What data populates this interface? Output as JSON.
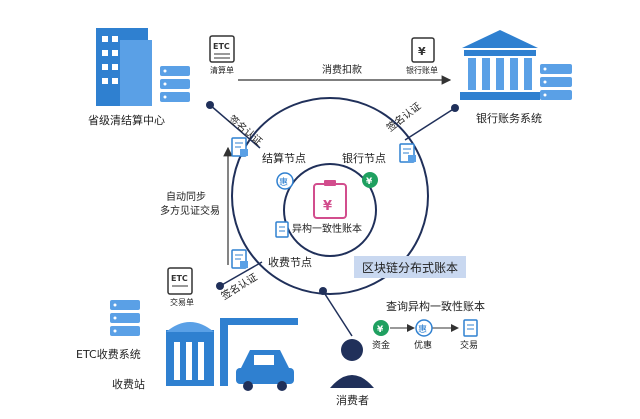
{
  "labels": {
    "provincial_center": "省级清结算中心",
    "bank_system": "银行账务系统",
    "etc_system": "ETC收费系统",
    "toll_station": "收费站",
    "consumer": "消费者",
    "settlement_node": "结算节点",
    "bank_node": "银行节点",
    "toll_node": "收费节点",
    "ledger_center": "异构一致性账本",
    "blockchain_ledger": "区块链分布式账本",
    "query_ledger": "查询异构一致性账本"
  },
  "flows": {
    "consume_deduct": "消费扣款",
    "sign_verify_1": "签名认证",
    "sign_verify_2": "签名认证",
    "sign_verify_3": "签名认证",
    "auto_sync_line1": "自动同步",
    "auto_sync_line2": "多方见证交易"
  },
  "docs": {
    "clearing_doc": "清算单",
    "bank_doc": "银行账单",
    "trade_doc": "交易单",
    "etc_text": "ETC",
    "yuan_symbol": "¥"
  },
  "query_items": {
    "fund": "资金",
    "discount": "优惠",
    "trade": "交易"
  },
  "icon_glyphs": {
    "discount_glyph": "惠",
    "yuan_glyph": "¥"
  },
  "colors": {
    "blue": "#2f80d0",
    "light_blue": "#5aa0e6",
    "pink": "#d24d8d",
    "green": "#1fa060",
    "navy": "#20305a",
    "highlight": "#c9d8f0"
  }
}
